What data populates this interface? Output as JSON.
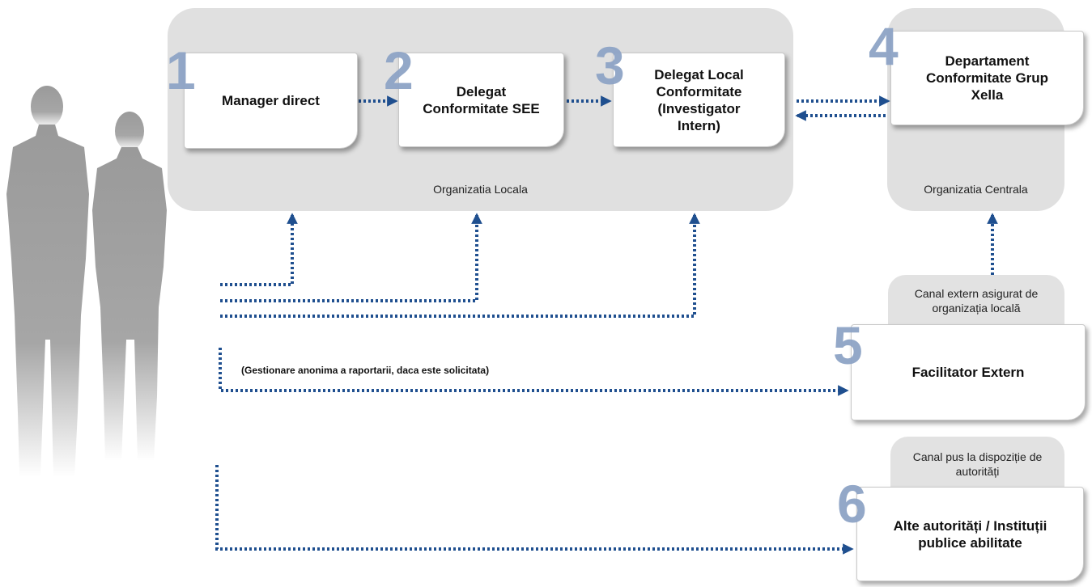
{
  "regions": {
    "local_label": "Organizatia Locala",
    "central_label": "Organizatia Centrala"
  },
  "steps": [
    {
      "number": "1",
      "label": "Manager direct"
    },
    {
      "number": "2",
      "label": "Delegat Conformitate SEE"
    },
    {
      "number": "3",
      "label": "Delegat Local Conformitate (Investigator Intern)"
    },
    {
      "number": "4",
      "label": "Departament Conformitate Grup Xella"
    },
    {
      "number": "5",
      "label": "Facilitator Extern"
    },
    {
      "number": "6",
      "label": "Alte autorități / Instituții publice abilitate"
    }
  ],
  "captions": {
    "external_channel": "Canal extern asigurat de organizația locală",
    "authority_channel": "Canal pus la dispoziție de autorități"
  },
  "note": "(Gestionare anonima a raportarii, daca este solicitata)",
  "colors": {
    "connector": "#1f4f8f",
    "region_fill": "#e0e0e0",
    "number": "#8ea4c6"
  }
}
